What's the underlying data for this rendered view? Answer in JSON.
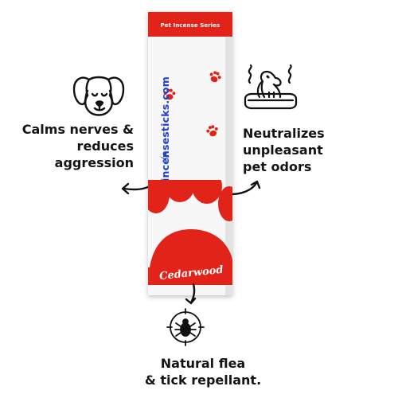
{
  "product": {
    "series": "Pet Incense Series",
    "brand": "incensesticks.com",
    "scent": "Cedarwood",
    "colors": {
      "accent": "#e2231a",
      "brand": "#1d3fd6",
      "box": "#f7f7f7"
    }
  },
  "benefits": {
    "calm": {
      "icon": "dog-face-icon",
      "lines": [
        "Calms nerves &",
        "reduces",
        "aggression"
      ]
    },
    "odor": {
      "icon": "smelly-dog-bed-icon",
      "lines": [
        "Neutralizes",
        "unpleasant",
        "pet odors"
      ]
    },
    "tick": {
      "icon": "tick-target-icon",
      "lines": [
        "Natural flea",
        "& tick repellant."
      ]
    }
  }
}
